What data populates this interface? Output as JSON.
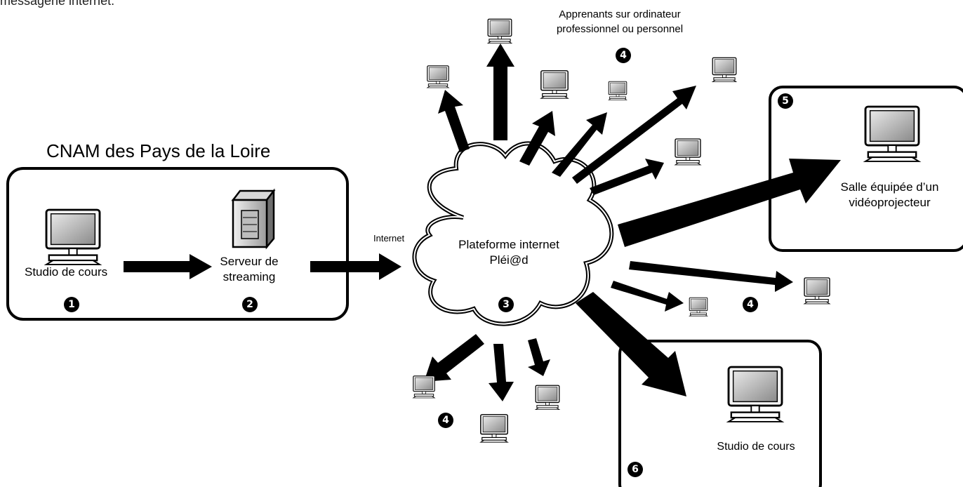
{
  "top_clipped_text": "messagerie internet.",
  "cnam_title": "CNAM des Pays de la Loire",
  "studio_left_label": "Studio de cours",
  "server_label_line1": "Serveur de",
  "server_label_line2": "streaming",
  "internet_label": "Internet",
  "platform_line1": "Plateforme internet",
  "platform_line2": "Pléi@d",
  "learners_line1": "Apprenants sur ordinateur",
  "learners_line2": "professionnel ou personnel",
  "room_line1": "Salle équipée d’un",
  "room_line2": "vidéoprojecteur",
  "studio_right_label": "Studio de cours",
  "badges": {
    "b1": "1",
    "b2": "2",
    "b3": "3",
    "b4": "4",
    "b5": "5",
    "b6": "6"
  }
}
